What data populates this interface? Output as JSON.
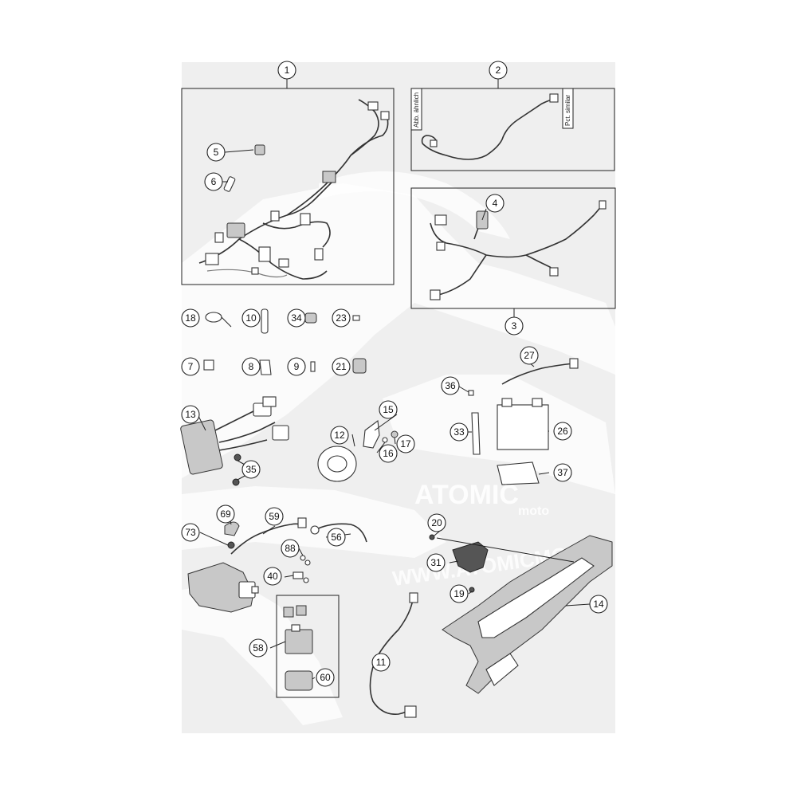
{
  "watermark": {
    "brand": "ATOMIC",
    "sub": "moto",
    "url": "WWW.ATOMICMOTO"
  },
  "boxes": {
    "box1_callout": "1",
    "box2_callout": "2",
    "box2_left_label": "Abb. ähnlich",
    "box2_right_label": "Pct. similar",
    "box3_callout": "3"
  },
  "callouts": [
    {
      "id": "c1",
      "label": "1"
    },
    {
      "id": "c2",
      "label": "2"
    },
    {
      "id": "c3",
      "label": "3"
    },
    {
      "id": "c4",
      "label": "4"
    },
    {
      "id": "c5",
      "label": "5"
    },
    {
      "id": "c6",
      "label": "6"
    },
    {
      "id": "c7",
      "label": "7"
    },
    {
      "id": "c8",
      "label": "8"
    },
    {
      "id": "c9",
      "label": "9"
    },
    {
      "id": "c10",
      "label": "10"
    },
    {
      "id": "c11",
      "label": "11"
    },
    {
      "id": "c12",
      "label": "12"
    },
    {
      "id": "c13",
      "label": "13"
    },
    {
      "id": "c14",
      "label": "14"
    },
    {
      "id": "c15",
      "label": "15"
    },
    {
      "id": "c16",
      "label": "16"
    },
    {
      "id": "c17",
      "label": "17"
    },
    {
      "id": "c18",
      "label": "18"
    },
    {
      "id": "c19",
      "label": "19"
    },
    {
      "id": "c20",
      "label": "20"
    },
    {
      "id": "c21",
      "label": "21"
    },
    {
      "id": "c23",
      "label": "23"
    },
    {
      "id": "c26",
      "label": "26"
    },
    {
      "id": "c27",
      "label": "27"
    },
    {
      "id": "c31",
      "label": "31"
    },
    {
      "id": "c33",
      "label": "33"
    },
    {
      "id": "c34",
      "label": "34"
    },
    {
      "id": "c35",
      "label": "35"
    },
    {
      "id": "c36",
      "label": "36"
    },
    {
      "id": "c37",
      "label": "37"
    },
    {
      "id": "c40",
      "label": "40"
    },
    {
      "id": "c56",
      "label": "56"
    },
    {
      "id": "c58",
      "label": "58"
    },
    {
      "id": "c59",
      "label": "59"
    },
    {
      "id": "c60",
      "label": "60"
    },
    {
      "id": "c69",
      "label": "69"
    },
    {
      "id": "c73",
      "label": "73"
    },
    {
      "id": "c88",
      "label": "88"
    }
  ]
}
